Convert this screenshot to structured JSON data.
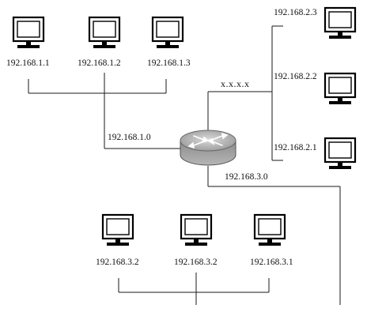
{
  "hosts": {
    "top_left": "192.168.1.1",
    "top_middle": "192.168.1.2",
    "top_right": "192.168.1.3",
    "right_top": "192.168.2.3",
    "right_middle": "192.168.2.2",
    "right_bottom": "192.168.2.1",
    "bottom_left": "192.168.3.2",
    "bottom_middle": "192.168.3.2",
    "bottom_right": "192.168.3.1"
  },
  "networks": {
    "net1": "192.168.1.0",
    "net2": "x.x.x.x",
    "net3": "192.168.3.0"
  },
  "icons": {
    "computer": "monitor-icon",
    "router": "router-icon"
  }
}
